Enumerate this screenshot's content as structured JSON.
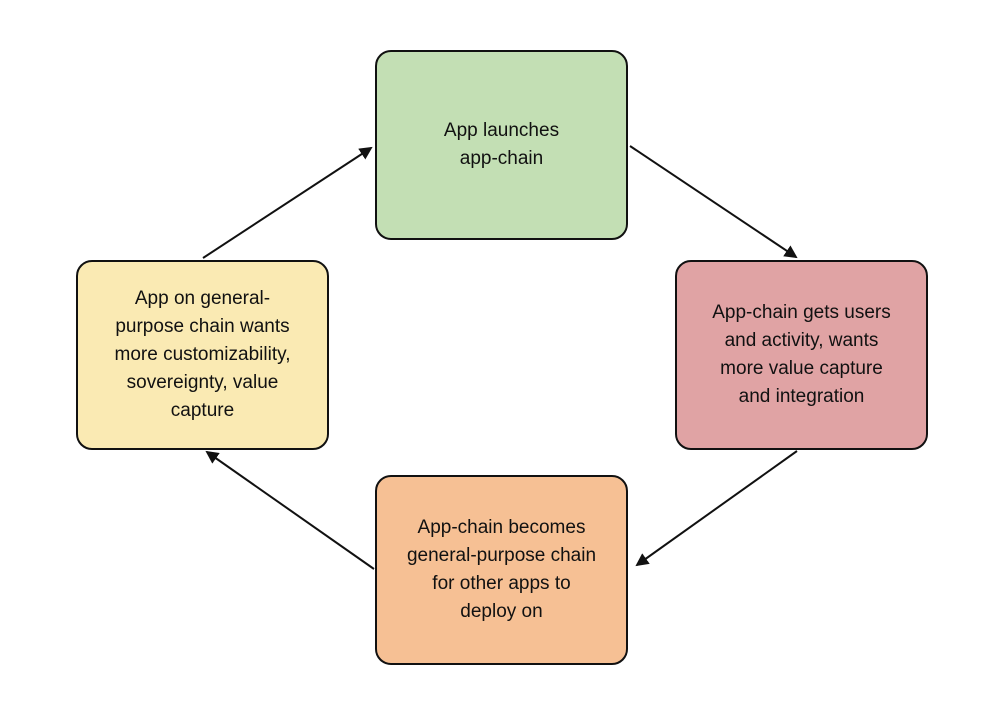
{
  "diagram": {
    "type": "cycle-flowchart",
    "background": "#ffffff",
    "arrow_color": "#111111",
    "border_color": "#111111",
    "text_color": "#111111",
    "nodes": [
      {
        "id": "app-launches-app-chain",
        "position": "top",
        "label": "App launches\napp-chain",
        "fill": "#c3dfb4"
      },
      {
        "id": "app-chain-gets-users",
        "position": "right",
        "label": "App-chain gets users\nand activity, wants\nmore value capture\nand integration",
        "fill": "#e0a3a4"
      },
      {
        "id": "app-chain-becomes-general-purpose",
        "position": "bottom",
        "label": "App-chain becomes\ngeneral-purpose chain\nfor other apps to\ndeploy on",
        "fill": "#f6c094"
      },
      {
        "id": "app-on-general-purpose-chain",
        "position": "left",
        "label": "App on general-\npurpose chain wants\nmore customizability,\nsovereignty, value\ncapture",
        "fill": "#faeab3"
      }
    ],
    "edges": [
      {
        "from": "app-launches-app-chain",
        "to": "app-chain-gets-users"
      },
      {
        "from": "app-chain-gets-users",
        "to": "app-chain-becomes-general-purpose"
      },
      {
        "from": "app-chain-becomes-general-purpose",
        "to": "app-on-general-purpose-chain"
      },
      {
        "from": "app-on-general-purpose-chain",
        "to": "app-launches-app-chain"
      }
    ]
  }
}
